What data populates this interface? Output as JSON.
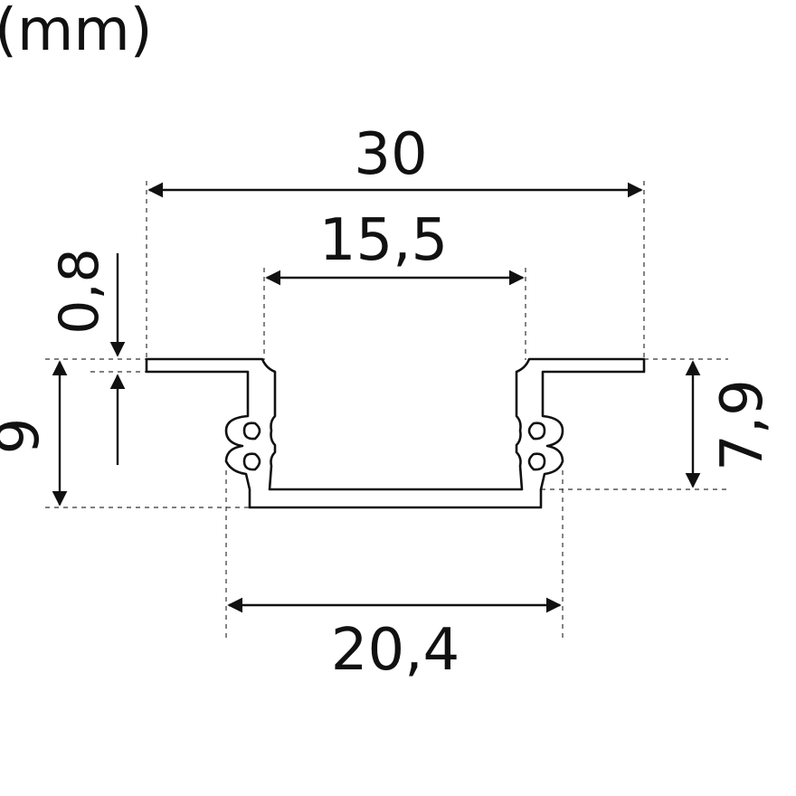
{
  "unit_label": "(mm)",
  "dimensions": {
    "total_width": "30",
    "opening_width": "15,5",
    "bottom_width": "20,4",
    "flange_thickness": "0,8",
    "total_height": "9",
    "inner_height": "7,9"
  },
  "colors": {
    "line": "#111111",
    "background": "#ffffff"
  }
}
